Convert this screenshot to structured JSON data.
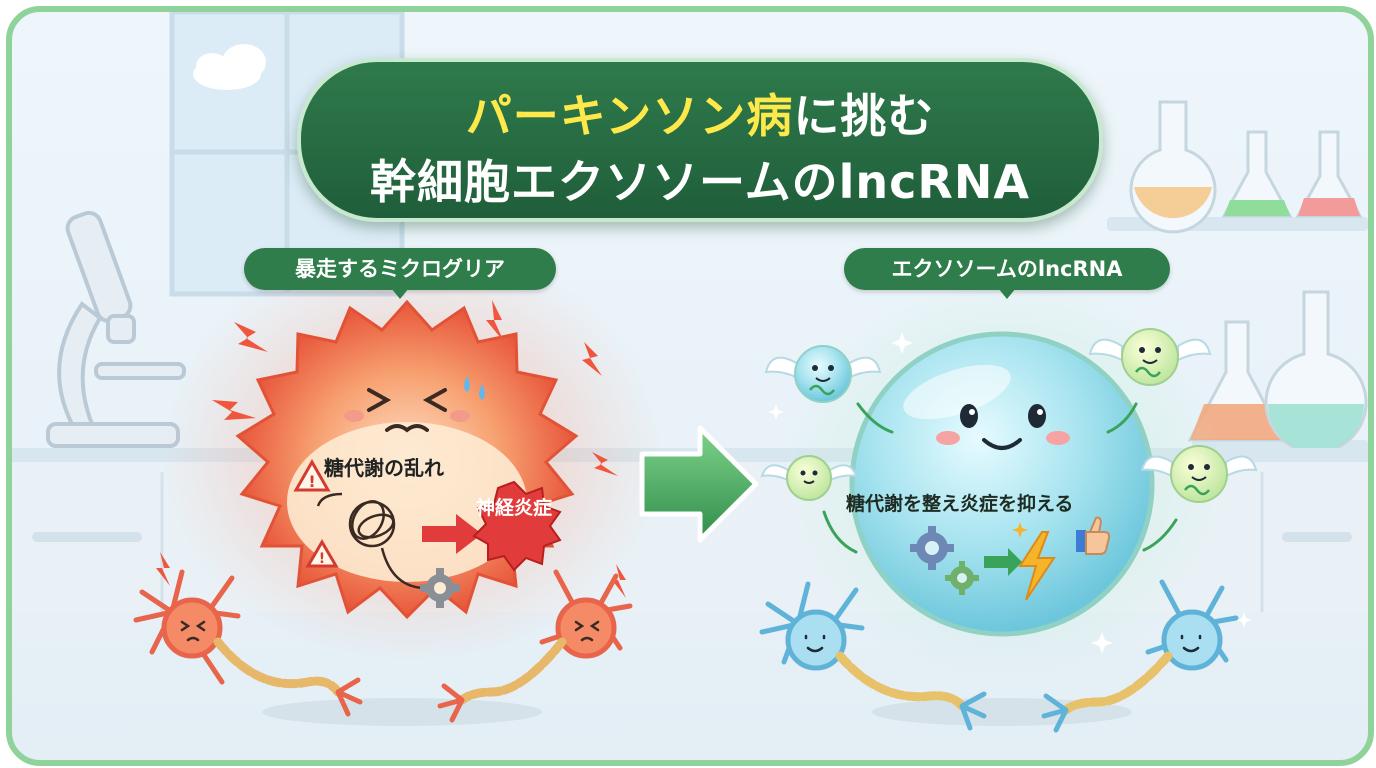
{
  "title": {
    "line1_highlight": "パーキンソン病",
    "line1_rest": "に挑む",
    "line2": "幹細胞エクソソームのlncRNA"
  },
  "left_panel": {
    "label": "暴走するミクログリア",
    "annotation": "糖代謝の乱れ",
    "burst_text": "神経炎症"
  },
  "right_panel": {
    "label": "エクソソームのlncRNA",
    "annotation": "糖代謝を整え炎症を抑える"
  },
  "colors": {
    "frame_border": "#8fd39a",
    "title_bg": "#24653f",
    "title_highlight": "#ffe94a",
    "label_bg": "#2e7d4a",
    "microglia": "#ef7a52",
    "exosome": "#9ed9ef",
    "arrow": "#3aa35a",
    "inflammation_burst": "#e23b3b"
  },
  "icons": [
    "microscope-icon",
    "flask-icon",
    "warning-icon",
    "gear-icon",
    "lightning-icon",
    "thumbs-up-icon",
    "sparkle-icon",
    "neuron-icon",
    "cloud-icon"
  ]
}
